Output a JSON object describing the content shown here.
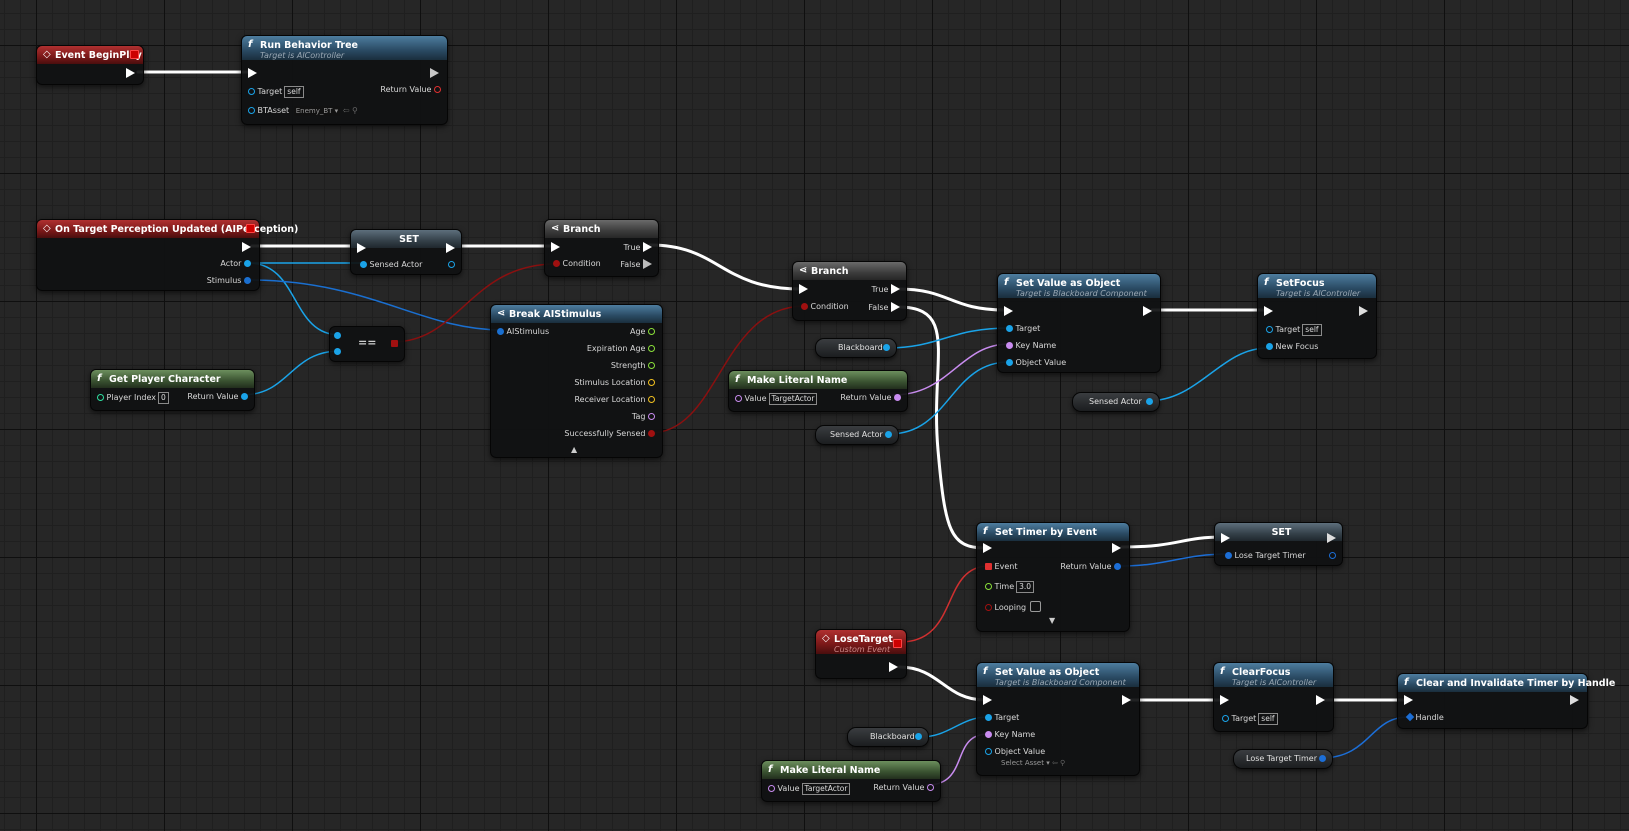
{
  "colors": {
    "exec": "#ffffff",
    "object": "#1aa3e8",
    "bool": "#a01010",
    "name": "#c98cf0",
    "float": "#8ae03a",
    "vector": "#f0c020",
    "delegate": "#e03030",
    "timer_handle": "#1c6ed6"
  },
  "nodes": {
    "event_begin_play": {
      "title": "Event BeginPlay"
    },
    "run_behavior_tree": {
      "title": "Run Behavior Tree",
      "subtitle": "Target is AIController",
      "target_label": "Target",
      "target_value": "self",
      "btasset_label": "BTAsset",
      "btasset_value": "Enemy_BT",
      "return_label": "Return Value"
    },
    "on_target_perception": {
      "title": "On Target Perception Updated (AIPerception)",
      "actor_label": "Actor",
      "stimulus_label": "Stimulus"
    },
    "set_sensed_actor": {
      "title": "SET",
      "pin_label": "Sensed Actor"
    },
    "branch1": {
      "title": "Branch",
      "true_label": "True",
      "false_label": "False",
      "condition_label": "Condition"
    },
    "equals": {
      "title": "=="
    },
    "get_player_character": {
      "title": "Get Player Character",
      "index_label": "Player Index",
      "index_value": "0",
      "return_label": "Return Value"
    },
    "break_stimulus": {
      "title": "Break AIStimulus",
      "input_label": "AIStimulus",
      "outputs": [
        "Age",
        "Expiration Age",
        "Strength",
        "Stimulus Location",
        "Receiver Location",
        "Tag",
        "Successfully Sensed"
      ]
    },
    "branch2": {
      "title": "Branch",
      "true_label": "True",
      "false_label": "False",
      "condition_label": "Condition"
    },
    "blackboard_var1": {
      "label": "Blackboard"
    },
    "make_literal_name1": {
      "title": "Make Literal Name",
      "value_label": "Value",
      "value": "TargetActor",
      "return_label": "Return Value"
    },
    "sensed_actor_var1": {
      "label": "Sensed Actor"
    },
    "set_value_object1": {
      "title": "Set Value as Object",
      "subtitle": "Target is Blackboard Component",
      "target_label": "Target",
      "key_label": "Key Name",
      "object_label": "Object Value"
    },
    "set_focus": {
      "title": "SetFocus",
      "subtitle": "Target is AIController",
      "target_label": "Target",
      "target_value": "self",
      "focus_label": "New Focus"
    },
    "sensed_actor_var2": {
      "label": "Sensed Actor"
    },
    "set_timer_by_event": {
      "title": "Set Timer by Event",
      "event_label": "Event",
      "return_label": "Return Value",
      "time_label": "Time",
      "time_value": "3.0",
      "looping_label": "Looping"
    },
    "set_lose_timer": {
      "title": "SET",
      "pin_label": "Lose Target Timer"
    },
    "lose_target": {
      "title": "LoseTarget",
      "subtitle": "Custom Event"
    },
    "set_value_object2": {
      "title": "Set Value as Object",
      "subtitle": "Target is Blackboard Component",
      "target_label": "Target",
      "key_label": "Key Name",
      "object_label": "Object Value",
      "object_value": "Select Asset"
    },
    "blackboard_var2": {
      "label": "Blackboard"
    },
    "make_literal_name2": {
      "title": "Make Literal Name",
      "value_label": "Value",
      "value": "TargetActor",
      "return_label": "Return Value"
    },
    "clear_focus": {
      "title": "ClearFocus",
      "subtitle": "Target is AIController",
      "target_label": "Target",
      "target_value": "self"
    },
    "clear_invalidate_timer": {
      "title": "Clear and Invalidate Timer by Handle",
      "handle_label": "Handle"
    },
    "lose_timer_var": {
      "label": "Lose Target Timer"
    }
  }
}
